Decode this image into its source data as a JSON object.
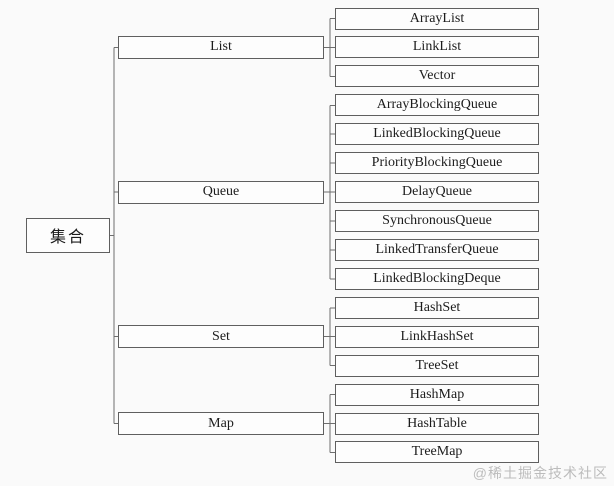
{
  "diagram": {
    "title": "collection-hierarchy",
    "root": {
      "label": "集合"
    },
    "groups": [
      {
        "label": "List",
        "children": [
          {
            "label": "ArrayList"
          },
          {
            "label": "LinkList"
          },
          {
            "label": "Vector"
          }
        ]
      },
      {
        "label": "Queue",
        "children": [
          {
            "label": "ArrayBlockingQueue"
          },
          {
            "label": "LinkedBlockingQueue"
          },
          {
            "label": "PriorityBlockingQueue"
          },
          {
            "label": "DelayQueue"
          },
          {
            "label": "SynchronousQueue"
          },
          {
            "label": "LinkedTransferQueue"
          },
          {
            "label": "LinkedBlockingDeque"
          }
        ]
      },
      {
        "label": "Set",
        "children": [
          {
            "label": "HashSet"
          },
          {
            "label": "LinkHashSet"
          },
          {
            "label": "TreeSet"
          }
        ]
      },
      {
        "label": "Map",
        "children": [
          {
            "label": "HashMap"
          },
          {
            "label": "HashTable"
          },
          {
            "label": "TreeMap"
          }
        ]
      }
    ],
    "colors": {
      "background": "#fafafa",
      "box_fill": "#fdfdfd",
      "box_border": "#5f5f5f",
      "line": "#6e6e6e",
      "text": "#1c1c1c",
      "watermark": "#bcbcbc"
    }
  },
  "watermark": {
    "text": "@稀土掘金技术社区"
  }
}
